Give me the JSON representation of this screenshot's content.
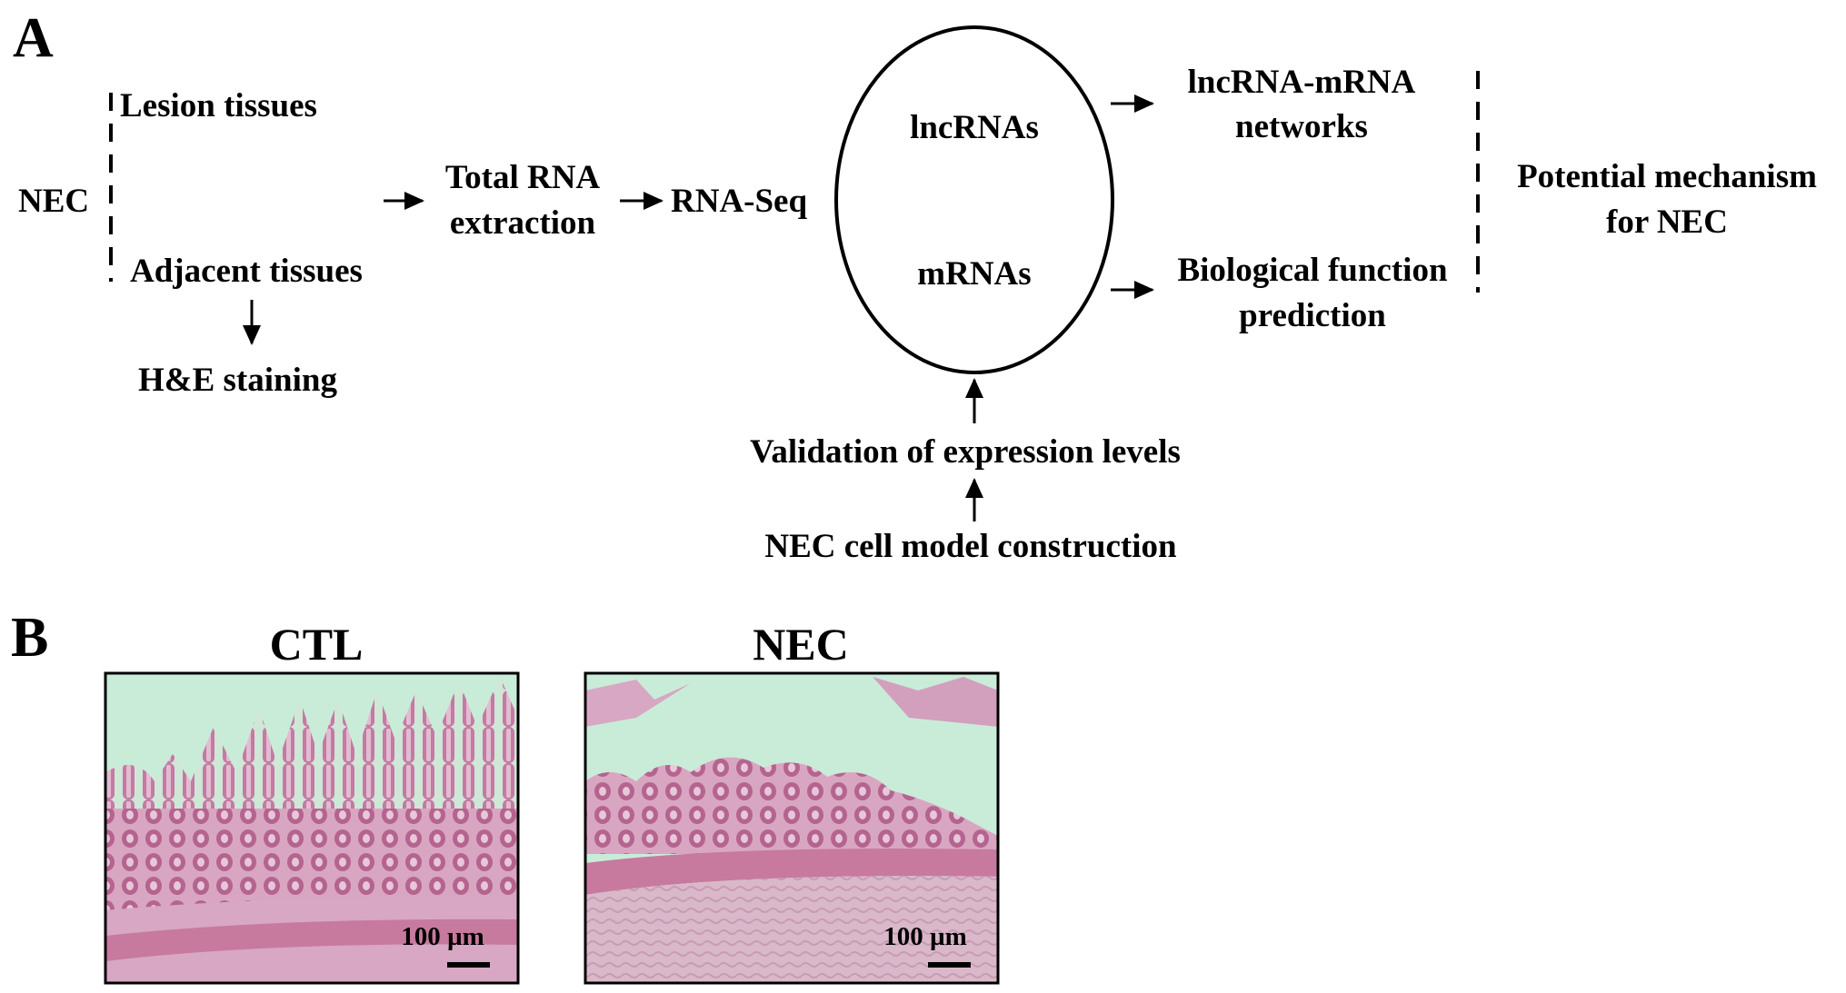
{
  "panel_a": {
    "label": "A",
    "nec": "NEC",
    "lesion_tissues": "Lesion tissues",
    "adjacent_tissues": "Adjacent tissues",
    "he_staining": "H&E staining",
    "total_rna_line1": "Total RNA",
    "total_rna_line2": "extraction",
    "rna_seq": "RNA-Seq",
    "lncrnas": "lncRNAs",
    "mrnas": "mRNAs",
    "network_line1": "lncRNA-mRNA",
    "network_line2": "networks",
    "bio_line1": "Biological function",
    "bio_line2": "prediction",
    "mechanism_line1": "Potential mechanism",
    "mechanism_line2": "for NEC",
    "validation": "Validation of expression levels",
    "cell_model": "NEC cell model construction"
  },
  "panel_b": {
    "label": "B",
    "images": [
      {
        "title": "CTL",
        "scale_label": "100 µm",
        "tissue": "normal intestinal mucosa, H&E"
      },
      {
        "title": "NEC",
        "scale_label": "100 µm",
        "tissue": "damaged intestinal mucosa, H&E"
      }
    ]
  },
  "colors": {
    "ink": "#000000",
    "background": "#c9ecd8",
    "tissue": "#c77a9e",
    "tissue_dark": "#9c5585"
  }
}
